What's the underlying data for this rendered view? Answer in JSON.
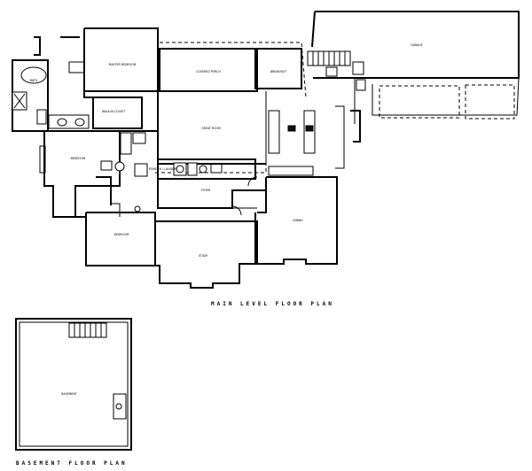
{
  "captions": {
    "main": "MAIN LEVEL FLOOR PLAN",
    "basement": "BASEMENT FLOOR PLAN"
  },
  "rooms": {
    "master_bedroom": "MASTER BEDROOM",
    "master_bath": "BATH",
    "walkin_closet": "WALK-IN CLOSET",
    "covered_porch": "COVERED PORCH",
    "breakfast": "BREAKFAST",
    "great_room": "GREAT ROOM",
    "garage": "GARAGE",
    "bedroom_left": "BEDROOM",
    "bedroom_lower": "BEDROOM",
    "powder_laundry": "POWDER / LAUNDRY",
    "foyer": "FOYER",
    "dining": "DINING",
    "study": "STUDY",
    "basement": "BASEMENT"
  }
}
